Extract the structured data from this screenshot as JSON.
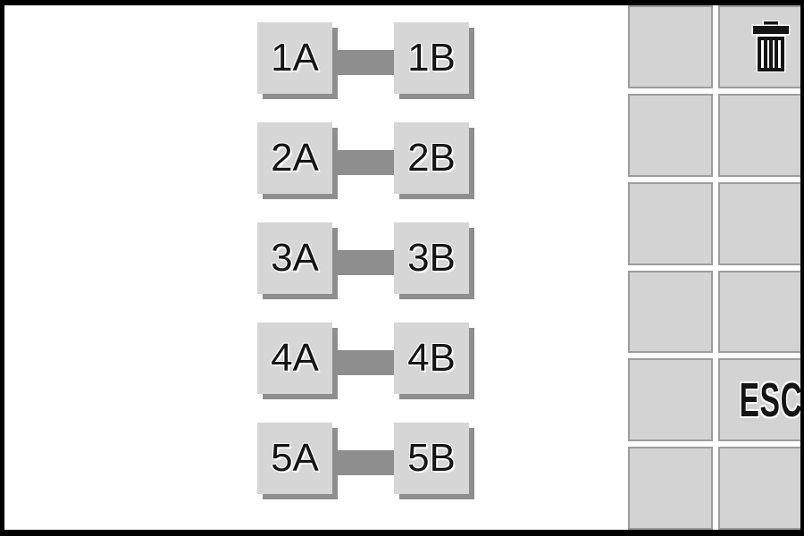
{
  "main": {
    "pairs": [
      {
        "a": "1A",
        "b": "1B"
      },
      {
        "a": "2A",
        "b": "2B"
      },
      {
        "a": "3A",
        "b": "3B"
      },
      {
        "a": "4A",
        "b": "4B"
      },
      {
        "a": "5A",
        "b": "5B"
      }
    ]
  },
  "sidebar": {
    "esc_label": "ESC",
    "icons": [
      {
        "name": "trash-icon",
        "meaning": "delete"
      }
    ],
    "grid": {
      "columns": 2,
      "rows": 6
    }
  },
  "colors": {
    "frame": "#000000",
    "background": "#ffffff",
    "button_face": "#d6d6d6",
    "button_shadow": "#8e8e8e",
    "connector": "#8e8e8e",
    "cell_fill": "#d3d3d3",
    "cell_border": "#9c9c9c",
    "text": "#141414"
  }
}
